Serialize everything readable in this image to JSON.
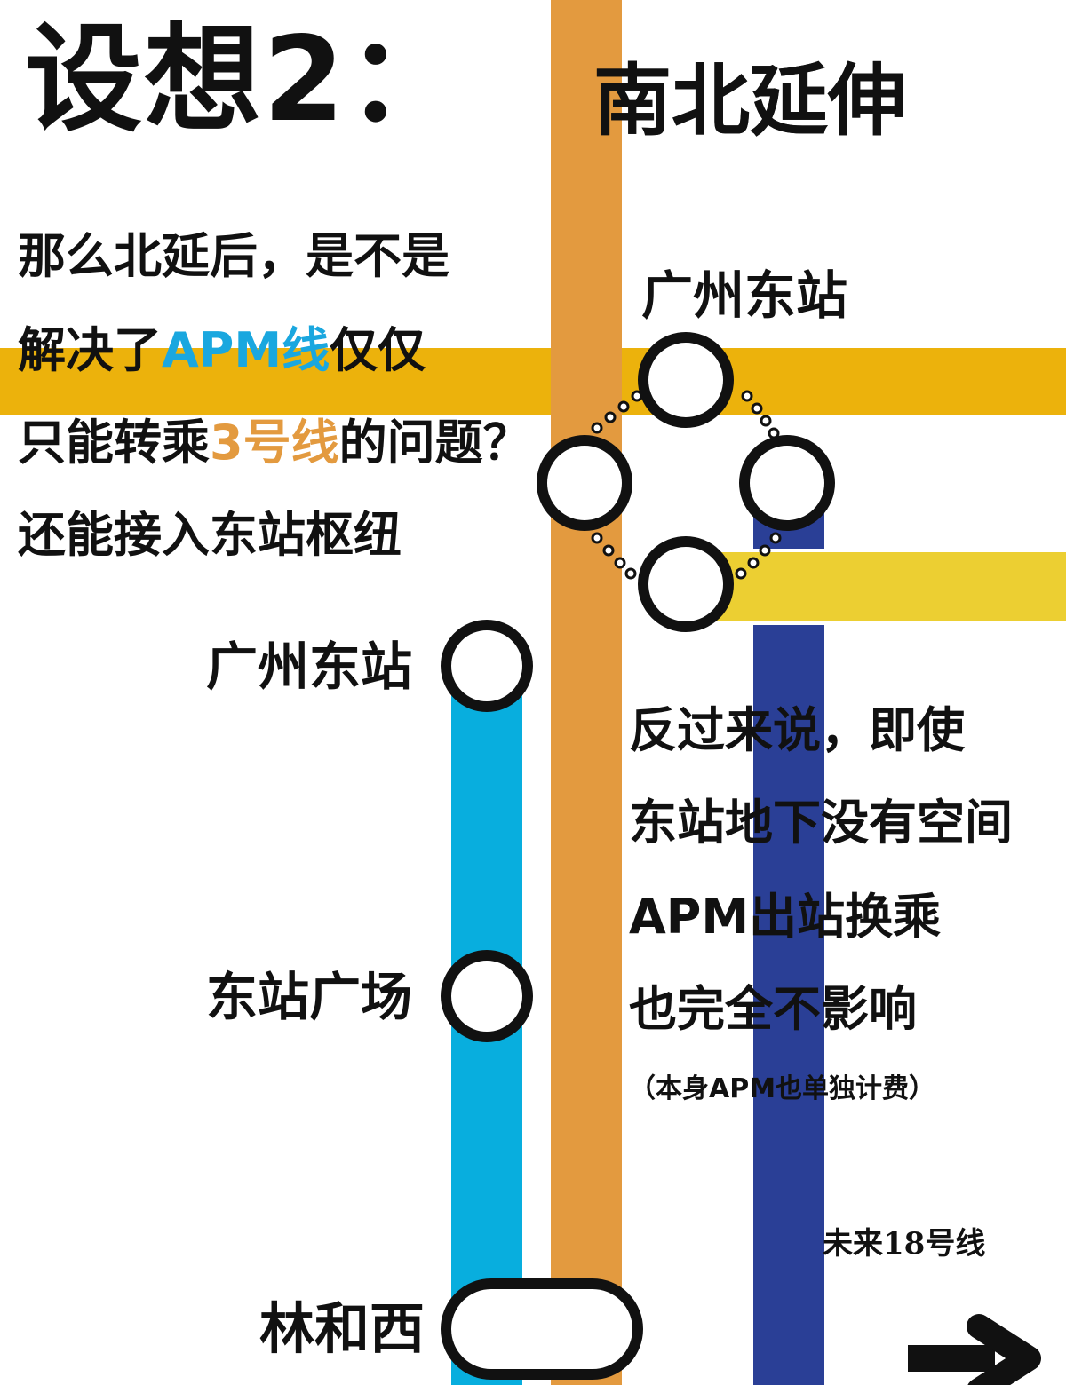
{
  "title": "设想2：",
  "subtitle": "南北延伸",
  "question": {
    "line1": "那么北延后，是不是",
    "line2_pre": "解决了",
    "line2_hl": "APM线",
    "line2_post": "仅仅",
    "line3_pre": "只能转乘",
    "line3_hl": "3号线",
    "line3_post": "的问题？",
    "line4": "还能接入东站枢纽"
  },
  "answer": {
    "line1": "反过来说，即使",
    "line2": "东站地下没有空间",
    "line3": "APM出站换乘",
    "line4": "也完全不影响",
    "note": "（本身APM也单独计费）"
  },
  "stations": {
    "hub_top": "广州东站",
    "apm_east": "广州东站",
    "apm_square": "东站广场",
    "apm_south": "林和西"
  },
  "line_label": "未来18号线",
  "colors": {
    "apm_line": "#08aede",
    "line3": "#e39a3f",
    "line18": "#2a3f96",
    "line1": "#ecb20c",
    "line5": "#eccf32",
    "highlight_blue": "#1aa7df",
    "highlight_orange": "#e39a3f"
  },
  "icons": {
    "arrow": "right-arrow-icon"
  }
}
